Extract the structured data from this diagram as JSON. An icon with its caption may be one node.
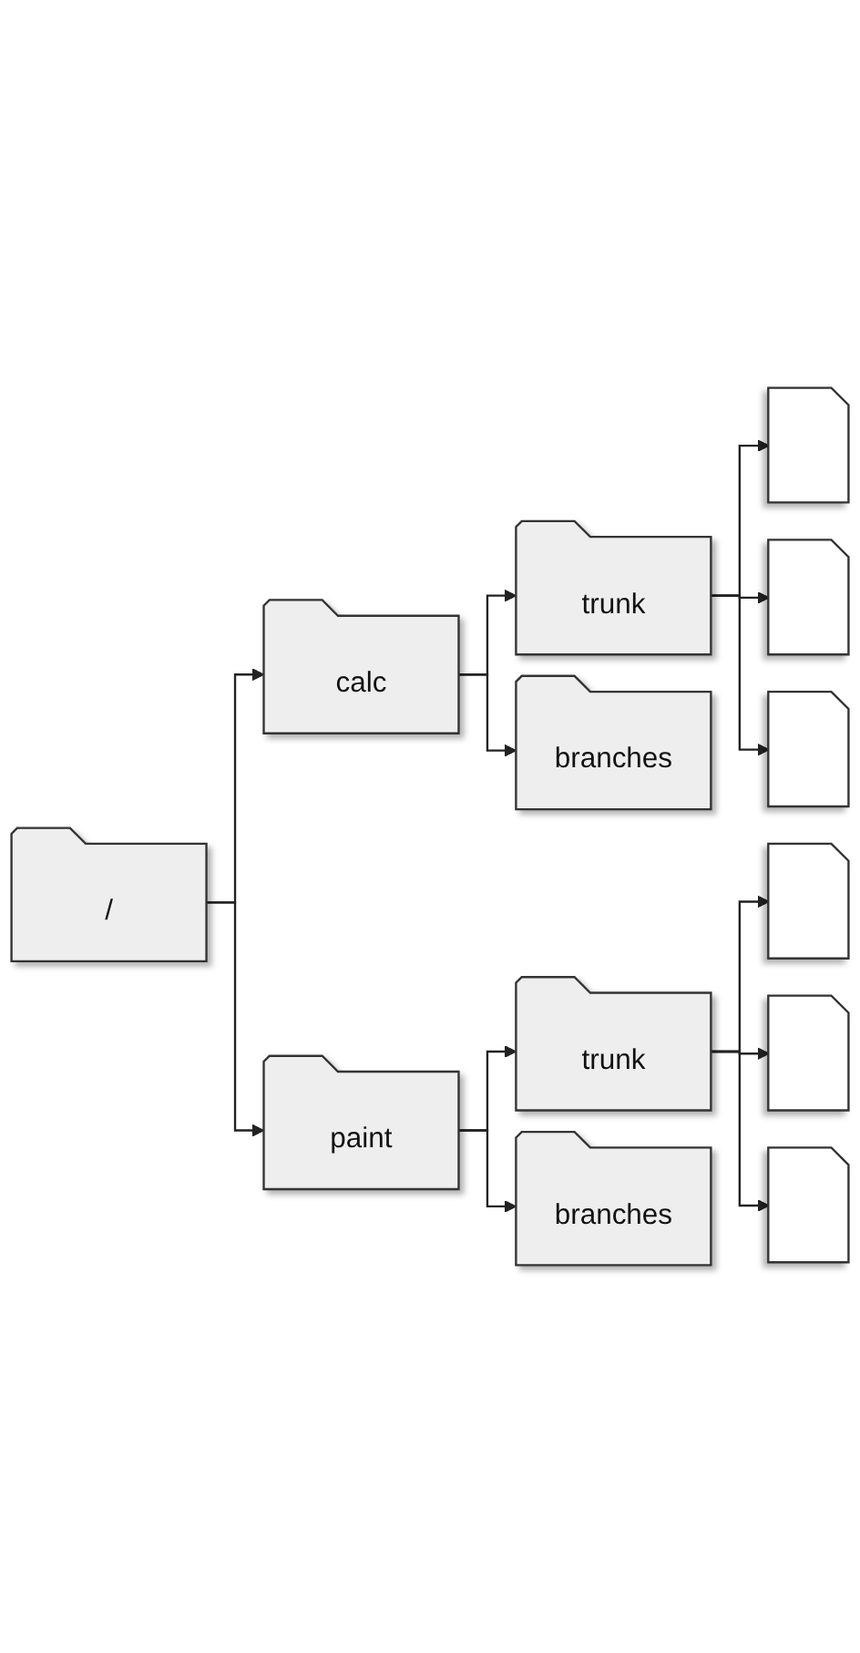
{
  "diagram": {
    "nodes": [
      {
        "text": [
          "/"
        ]
      },
      {
        "text": [
          "calc"
        ]
      },
      {
        "text": [
          "trunk"
        ]
      },
      {
        "text": [],
        "shape": "document"
      },
      {
        "text": [],
        "shape": "document"
      },
      {
        "text": [],
        "shape": "document"
      },
      {
        "text": [
          "branches"
        ]
      },
      {
        "text": [
          "paint"
        ]
      },
      {
        "text": [
          "trunk"
        ]
      },
      {
        "text": [],
        "shape": "document"
      },
      {
        "text": [],
        "shape": "document"
      },
      {
        "text": [],
        "shape": "document"
      },
      {
        "text": [
          "branches"
        ]
      }
    ],
    "edges": [
      {
        "from": 0,
        "to": 1,
        "arrow": "to"
      },
      {
        "from": 1,
        "to": 2,
        "arrow": "to"
      },
      {
        "from": 2,
        "to": 3,
        "arrow": "to"
      },
      {
        "from": 2,
        "to": 4,
        "arrow": "to"
      },
      {
        "from": 2,
        "to": 5,
        "arrow": "to"
      },
      {
        "from": 1,
        "to": 6,
        "arrow": "to"
      },
      {
        "from": 0,
        "to": 7,
        "arrow": "to"
      },
      {
        "from": 7,
        "to": 8,
        "arrow": "to"
      },
      {
        "from": 8,
        "to": 9,
        "arrow": "to"
      },
      {
        "from": 8,
        "to": 10,
        "arrow": "to"
      },
      {
        "from": 8,
        "to": 11,
        "arrow": "to"
      },
      {
        "from": 7,
        "to": 12,
        "arrow": "to"
      }
    ]
  }
}
